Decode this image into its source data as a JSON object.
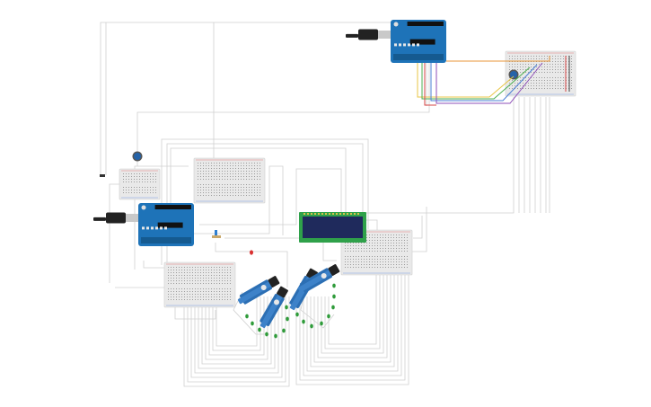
{
  "canvas": {
    "background": "#ffffff"
  },
  "colors": {
    "wire": "#d0d0d0",
    "wire_dark": "#bcbcbc",
    "arduino_board": "#1e73b8",
    "arduino_dark": "#155a90",
    "breadboard": "#e9e9e9",
    "breadboard_hole": "#9b9b9b",
    "lcd_frame": "#2fa14a",
    "lcd_screen": "#1f2a5c",
    "led_green": "#2f9b3a",
    "led_red": "#d93030",
    "servo_body": "#2c6fb4",
    "pot_knob": "#2563a8",
    "usb_cable": "#222222",
    "wire_yellow": "#e8c544",
    "wire_green": "#4caf50",
    "wire_blue": "#4a7fd6",
    "wire_purple": "#8e4fb8",
    "wire_red": "#d64545",
    "wire_orange": "#e8963a"
  },
  "components": {
    "arduino_top": {
      "icon": "arduino-uno-icon"
    },
    "arduino_main": {
      "icon": "arduino-uno-icon"
    },
    "lcd": {
      "icon": "lcd-16x2-icon",
      "line1": "",
      "line2": ""
    },
    "servos": {
      "icon": "servo-motor-icon",
      "count": 4
    },
    "leds": {
      "icon": "led-icon",
      "green_count": 16,
      "red_count": 1
    },
    "potentiometers": {
      "icon": "potentiometer-icon",
      "count": 2
    },
    "breadboards": {
      "icon": "breadboard-icon",
      "count": 5
    }
  }
}
